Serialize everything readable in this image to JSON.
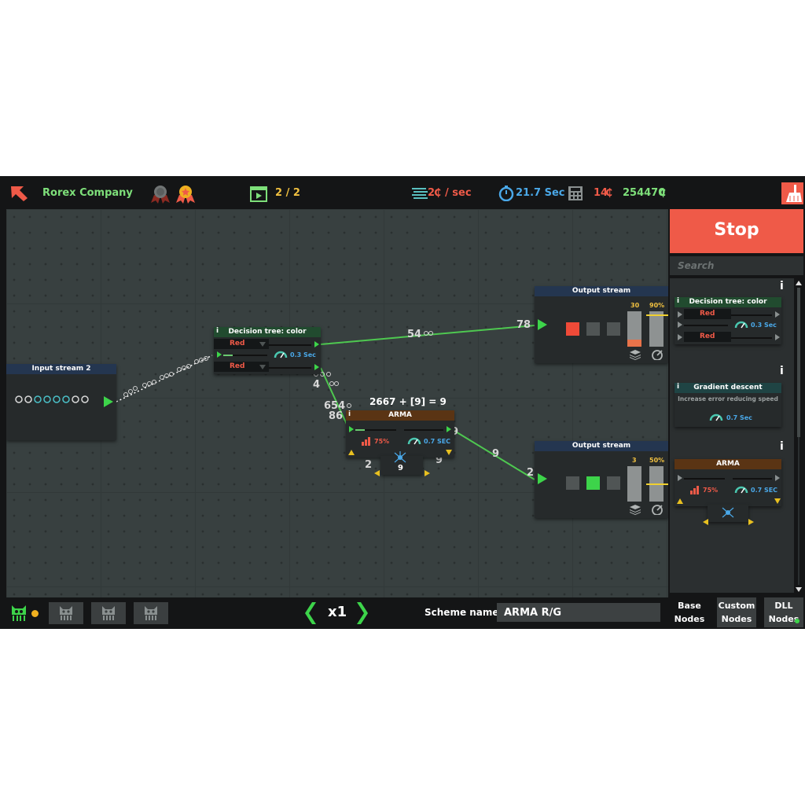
{
  "topbar": {
    "company": "Rorex Company",
    "tasks": "2 / 2",
    "rate_value": "2",
    "rate_unit": "/ sec",
    "time": "21.7 Sec",
    "cost": "14",
    "balance": "254470",
    "currency_symbol": "₵"
  },
  "canvas": {
    "input_stream": {
      "title": "Input stream 2"
    },
    "decision_tree": {
      "title": "Decision tree: color",
      "option1": "Red",
      "option2": "Red",
      "speed": "0.3 Sec",
      "info": "i"
    },
    "arma": {
      "title": "ARMA",
      "formula": "2667 + [9] = 9",
      "percent": "75%",
      "speed": "0.7 SEC",
      "value": "9",
      "info": "i"
    },
    "output1": {
      "title": "Output stream",
      "count": "30",
      "percent": "90%"
    },
    "output2": {
      "title": "Output stream",
      "count": "3",
      "percent": "50%"
    },
    "wire_labels": [
      "54",
      "78",
      "4",
      "654",
      "86",
      "9",
      "9",
      "2",
      "2",
      "9"
    ]
  },
  "sidebar": {
    "stop_label": "Stop",
    "search_placeholder": "Search",
    "palette": {
      "decision_tree": {
        "title": "Decision tree: color",
        "option1": "Red",
        "option2": "Red",
        "speed": "0.3 Sec",
        "info": "i"
      },
      "gradient_descent": {
        "title": "Gradient descent",
        "description": "Increase error reducing speed",
        "speed": "0.7 Sec",
        "info": "i"
      },
      "arma": {
        "title": "ARMA",
        "percent": "75%",
        "speed": "0.7 SEC",
        "info": "i"
      }
    },
    "tabs": [
      {
        "line1": "Base",
        "line2": "Nodes"
      },
      {
        "line1": "Custom",
        "line2": "Nodes"
      },
      {
        "line1": "DLL",
        "line2": "Nodes"
      }
    ]
  },
  "bottombar": {
    "speed": "x1",
    "scheme_label": "Scheme name :",
    "scheme_value": "ARMA R/G"
  },
  "colors": {
    "accent_red": "#ef5a48",
    "accent_green": "#3dd44a",
    "accent_yellow": "#f0c040",
    "accent_blue": "#4aa8e8",
    "canvas_bg": "#384040"
  }
}
